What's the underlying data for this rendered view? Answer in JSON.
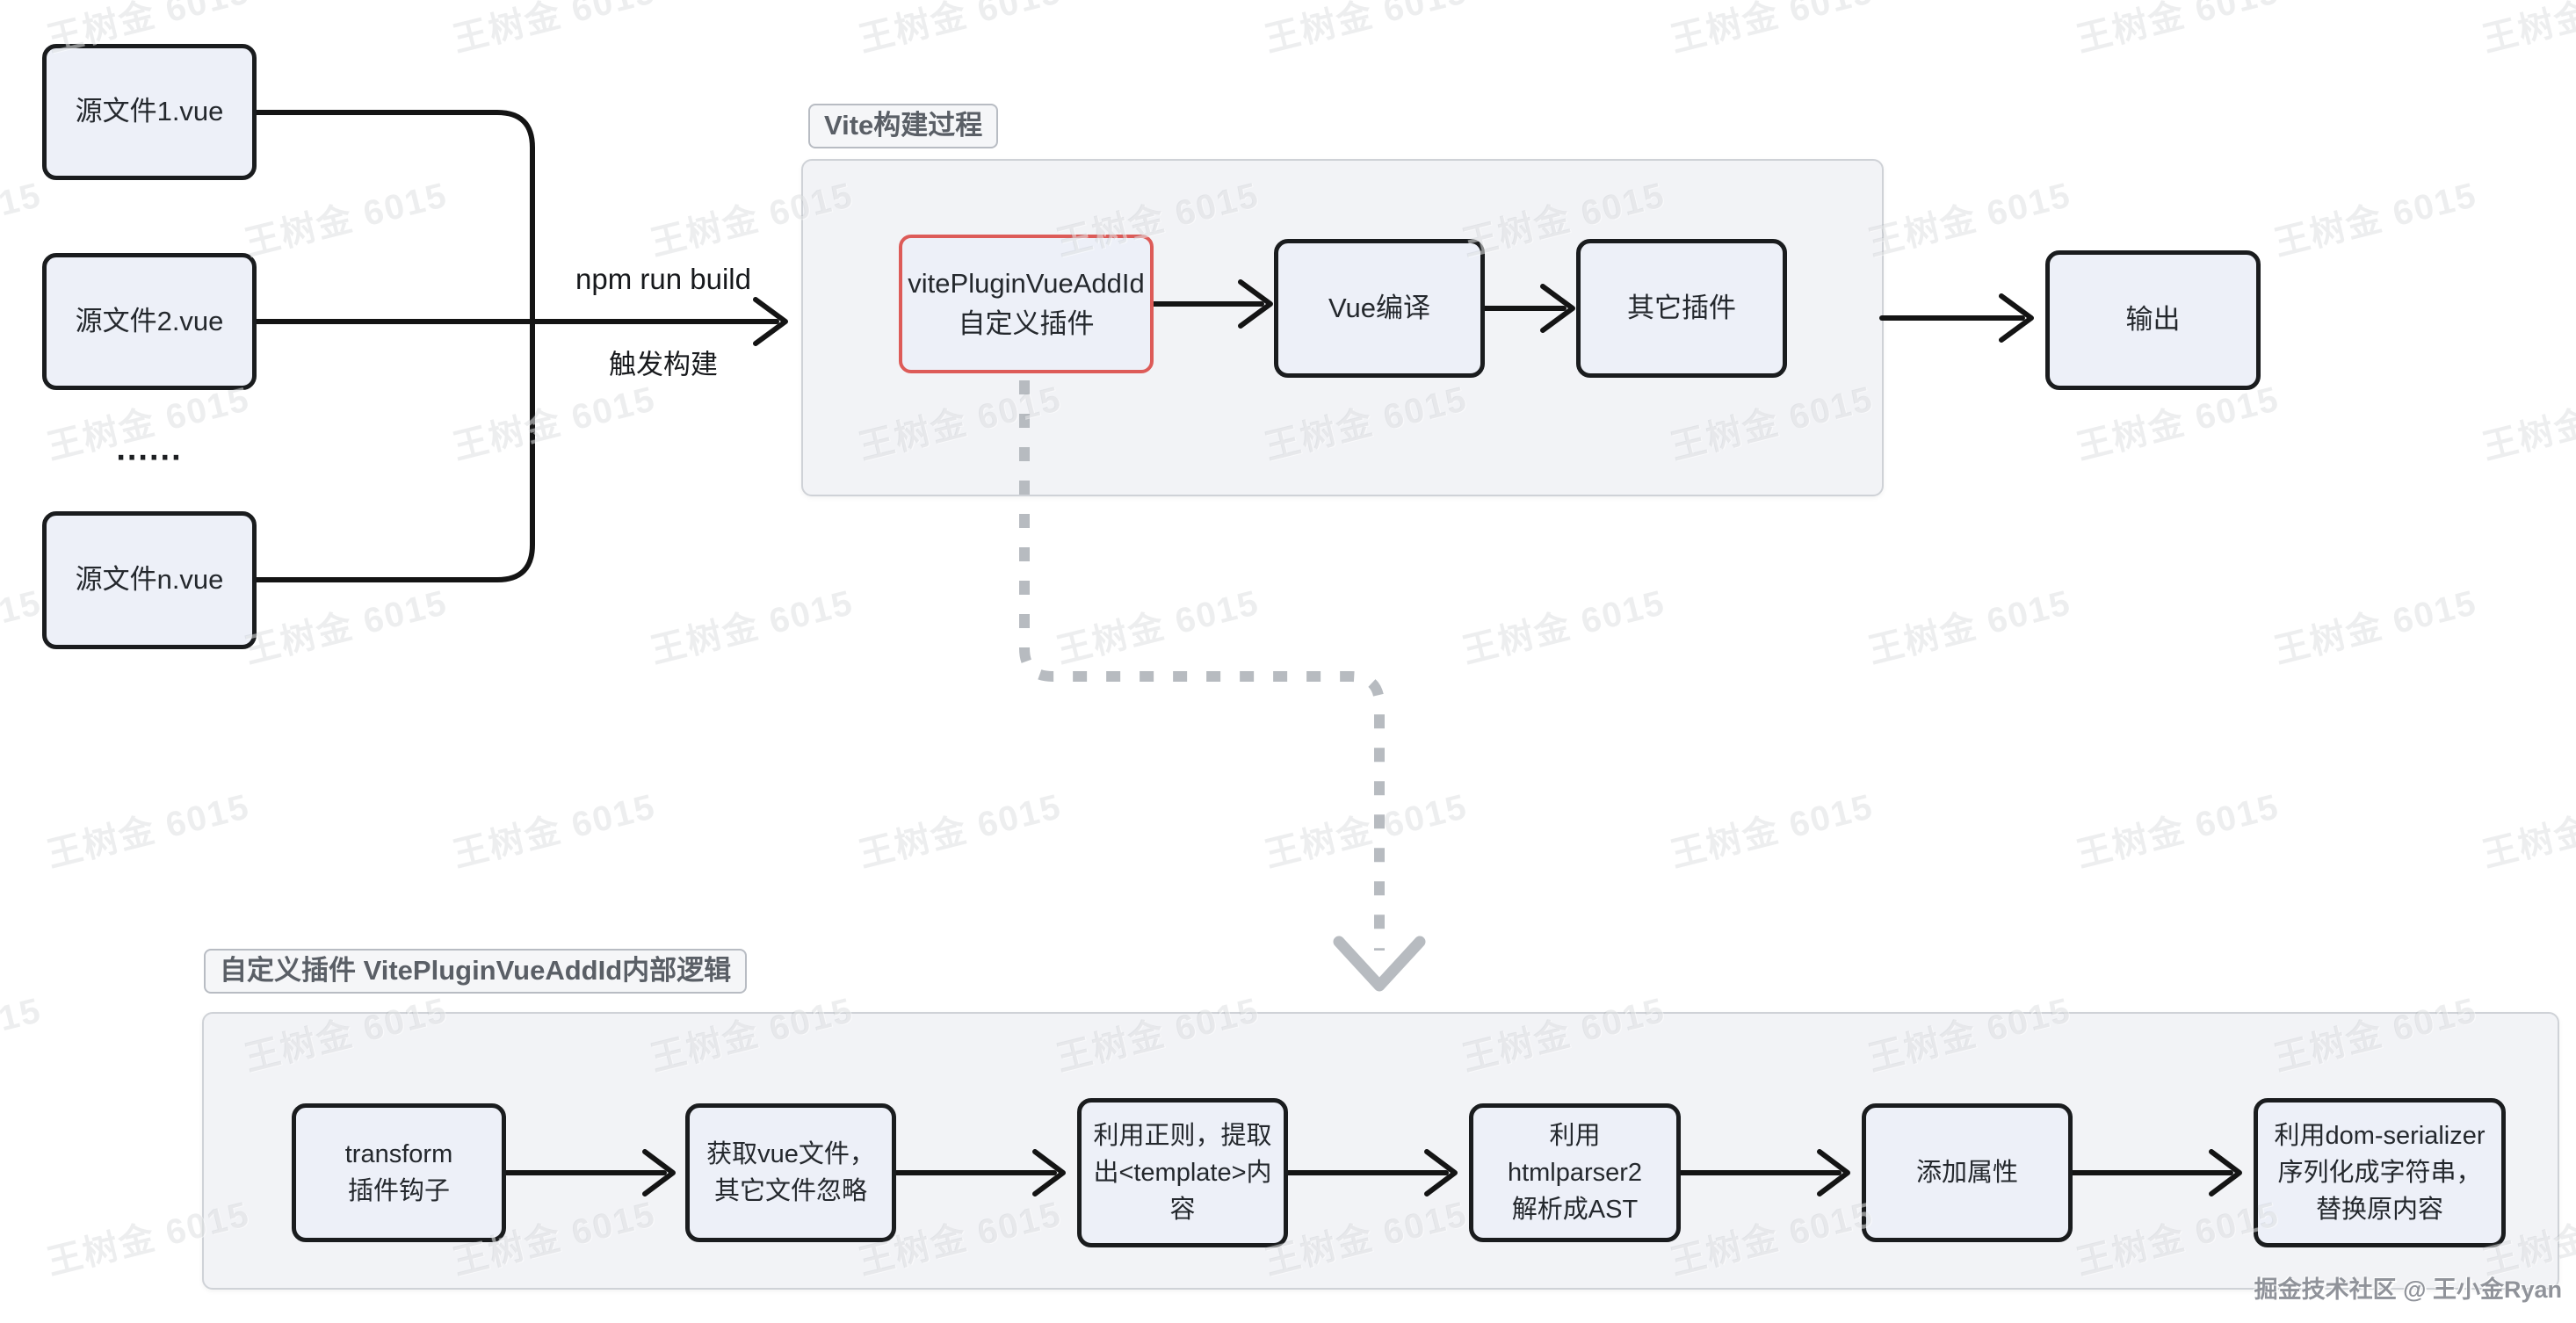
{
  "diagram": {
    "source_files": [
      {
        "label": "源文件1.vue"
      },
      {
        "label": "源文件2.vue"
      },
      {
        "label": "源文件n.vue"
      }
    ],
    "ellipsis": "......",
    "edge_labels": {
      "command": "npm run build",
      "caption": "触发构建"
    },
    "vite_process": {
      "title": "Vite构建过程",
      "nodes": [
        {
          "label": "vitePluginVueAddId\n自定义插件",
          "highlight": true
        },
        {
          "label": "Vue编译"
        },
        {
          "label": "其它插件"
        }
      ]
    },
    "output_node": {
      "label": "输出"
    },
    "plugin_internal": {
      "title": "自定义插件 VitePluginVueAddId内部逻辑",
      "nodes": [
        {
          "label": "transform\n插件钩子"
        },
        {
          "label": "获取vue文件，其它文件忽略"
        },
        {
          "label": "利用正则，提取出<template>内容"
        },
        {
          "label": "利用htmlparser2\n解析成AST"
        },
        {
          "label": "添加属性"
        },
        {
          "label": "利用dom-serializer\n序列化成字符串，替换原内容"
        }
      ]
    },
    "watermark": {
      "text": "王树金 6015"
    },
    "footer": {
      "credit": "掘金技术社区 @ 王小金Ryan"
    },
    "colors": {
      "highlight_border": "#dd5b58",
      "node_fill": "#edf0f8",
      "node_border": "#1a1c1e",
      "container_fill": "#f2f3f6",
      "container_border": "#cfd2d7",
      "dashed_arrow": "#b7bbc0",
      "group_label_text": "#5a5f66"
    }
  }
}
